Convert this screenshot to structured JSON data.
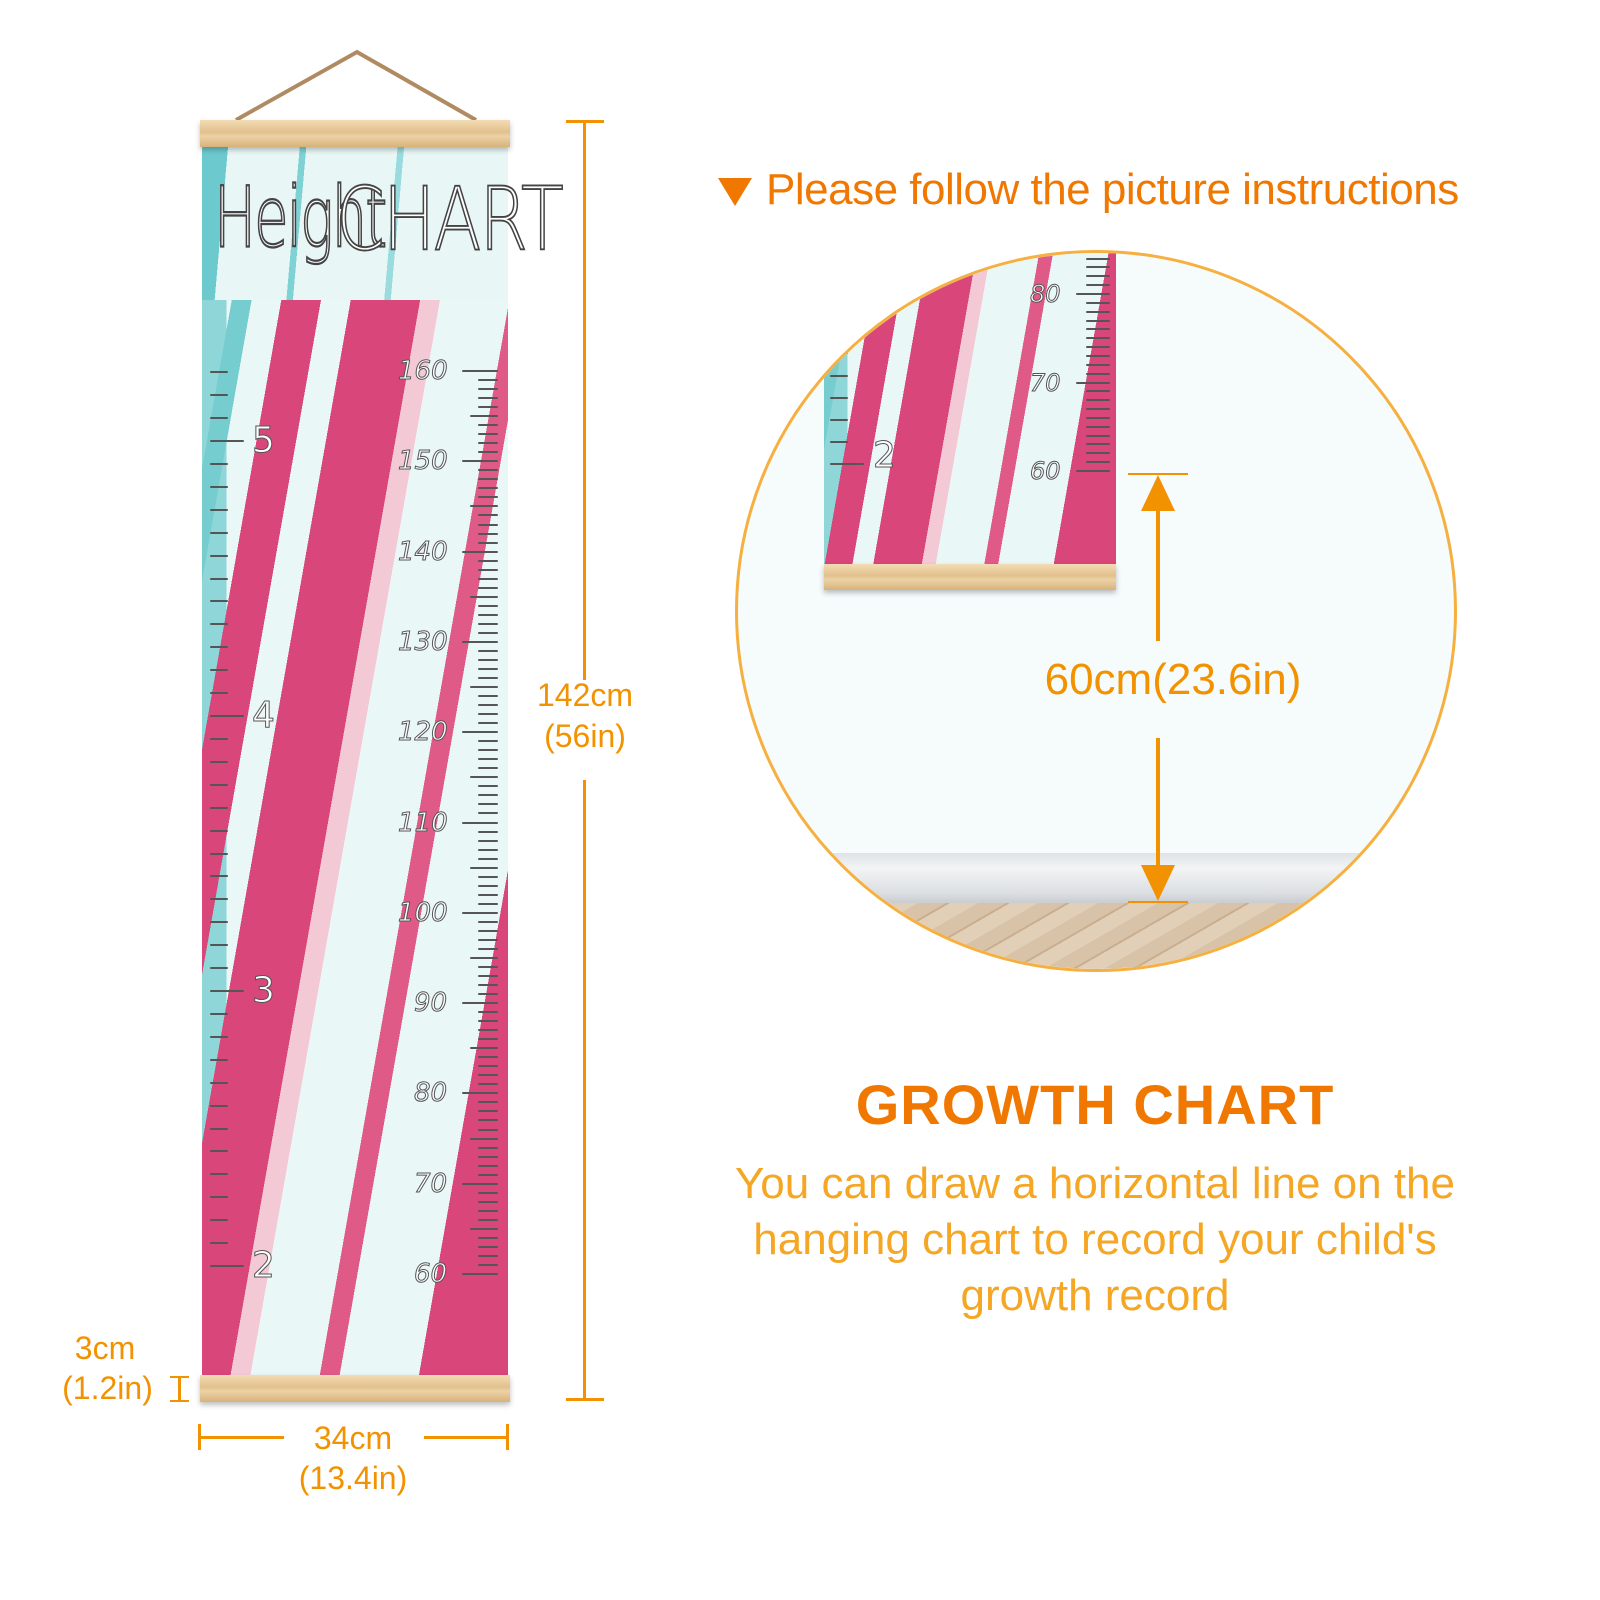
{
  "chart_art": {
    "title_small": "Height",
    "title_large": "CHART",
    "cm_labels": [
      "160",
      "150",
      "140",
      "130",
      "120",
      "110",
      "100",
      "90",
      "80",
      "70",
      "60"
    ],
    "ft_labels": [
      "5",
      "4",
      "3",
      "2"
    ]
  },
  "dimensions": {
    "height_cm": "142cm",
    "height_in": "(56in)",
    "width_cm": "34cm",
    "width_in": "(13.4in)",
    "rod_cm": "3cm",
    "rod_in": "(1.2in)"
  },
  "instruction": {
    "icon": "triangle-down",
    "text": "Please follow the picture instructions"
  },
  "detail": {
    "cm_labels": [
      "80",
      "70",
      "60"
    ],
    "ft_label": "2",
    "mount_height": "60cm(23.6in)"
  },
  "growth": {
    "title": "GROWTH CHART",
    "description": "You can draw a horizontal line on the hanging chart to record your child's growth record"
  },
  "colors": {
    "accent": "#f39200",
    "title": "#f07800",
    "pink": "#d9467a",
    "teal": "#76cdd0"
  }
}
